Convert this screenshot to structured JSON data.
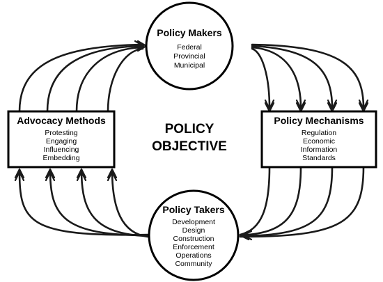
{
  "nodes": {
    "policy_makers": {
      "title": "Policy Makers",
      "items": [
        "Federal",
        "Provincial",
        "Municipal"
      ]
    },
    "policy_mechanisms": {
      "title": "Policy Mechanisms",
      "items": [
        "Regulation",
        "Economic",
        "Information",
        "Standards"
      ]
    },
    "policy_takers": {
      "title": "Policy Takers",
      "items": [
        "Development",
        "Design",
        "Construction",
        "Enforcement",
        "Operations",
        "Community"
      ]
    },
    "advocacy_methods": {
      "title": "Advocacy Methods",
      "items": [
        "Protesting",
        "Engaging",
        "Influencing",
        "Embedding"
      ]
    }
  },
  "center": {
    "line1": "POLICY",
    "line2": "OBJECTIVE"
  }
}
